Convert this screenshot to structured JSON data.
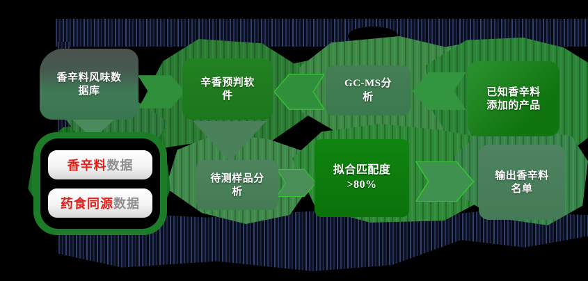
{
  "nodes": {
    "flavor_database": {
      "line1": "香辛料风味数",
      "line2": "据库"
    },
    "prediction_software": {
      "line1": "辛香预判软",
      "line2": "件"
    },
    "gcms_analysis": {
      "line1": "GC-MS分",
      "line2": "析"
    },
    "known_products": {
      "line1": "已知香辛料",
      "line2": "添加的产品"
    },
    "sample_analysis": {
      "line1": "待测样品分",
      "line2": "析"
    },
    "match_degree": {
      "line1": "拟合匹配度",
      "line2": ">80%"
    },
    "output_list": {
      "line1": "输出香辛料",
      "line2": "名单"
    },
    "data_sources": {
      "spice_button": {
        "highlight": "香辛料",
        "rest": "数据"
      },
      "medicine_food_button": {
        "highlight": "药食同源",
        "rest": "数据"
      }
    }
  },
  "arrows": [
    {
      "name": "flavor-database-to-prediction-software",
      "direction": "right"
    },
    {
      "name": "gcms-analysis-to-prediction-software",
      "direction": "left"
    },
    {
      "name": "known-products-to-gcms-analysis",
      "direction": "left"
    },
    {
      "name": "data-sources-to-flavor-database",
      "direction": "vertical"
    },
    {
      "name": "prediction-software-to-sample-analysis",
      "direction": "down"
    },
    {
      "name": "sample-analysis-to-match-degree",
      "direction": "right"
    },
    {
      "name": "match-degree-to-output-list",
      "direction": "right"
    }
  ],
  "colors": {
    "canvas_black": "#000000",
    "sage_green_node": "#3E7B55",
    "vivid_green_node": "#147812",
    "arrow_green": "#2F8F3A",
    "bright_green_accent": "#35C32F",
    "stripe_navy": "#1C2747",
    "container_border_green": "#1D7C28",
    "button_text_red": "#E3201C",
    "button_text_gray": "#8F8F8F",
    "node_text_white": "#FFFFFF"
  }
}
